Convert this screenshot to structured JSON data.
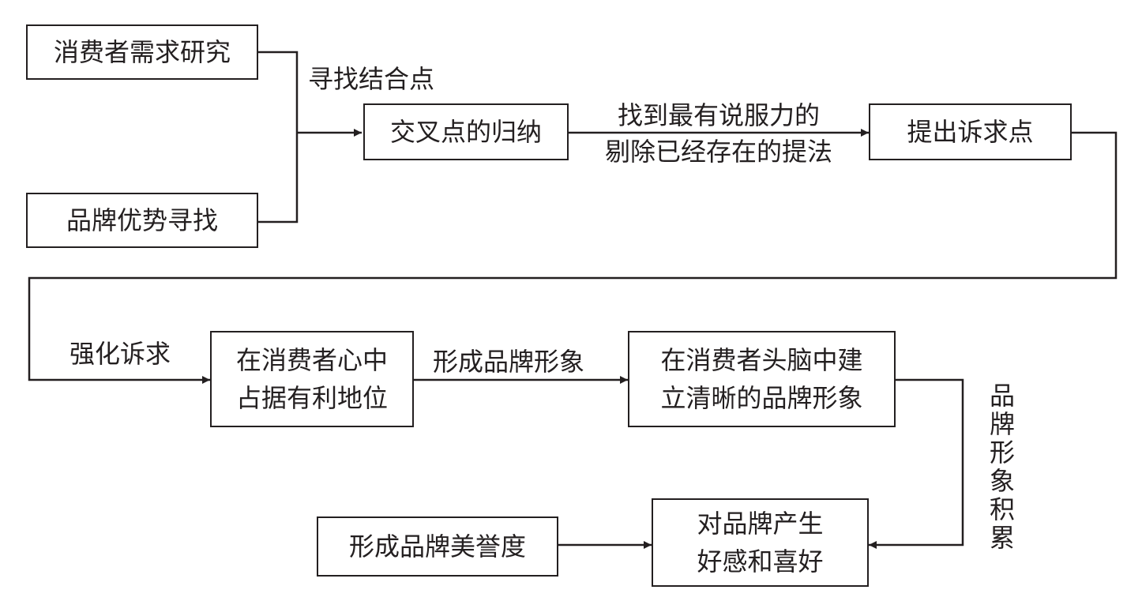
{
  "nodes": {
    "consumer_research": "消费者需求研究",
    "brand_advantage": "品牌优势寻找",
    "intersection": "交叉点的归纳",
    "appeal_point": "提出诉求点",
    "position_line1": "在消费者心中",
    "position_line2": "占据有利地位",
    "image_line1": "在消费者头脑中建",
    "image_line2": "立清晰的品牌形象",
    "reputation": "形成品牌美誉度",
    "favor_line1": "对品牌产生",
    "favor_line2": "好感和喜好"
  },
  "edges": {
    "find_common": "寻找结合点",
    "persuasive_line1": "找到最有说服力的",
    "persuasive_line2": "剔除已经存在的提法",
    "strengthen": "强化诉求",
    "form_image": "形成品牌形象",
    "accumulate": "品牌形象积累"
  }
}
